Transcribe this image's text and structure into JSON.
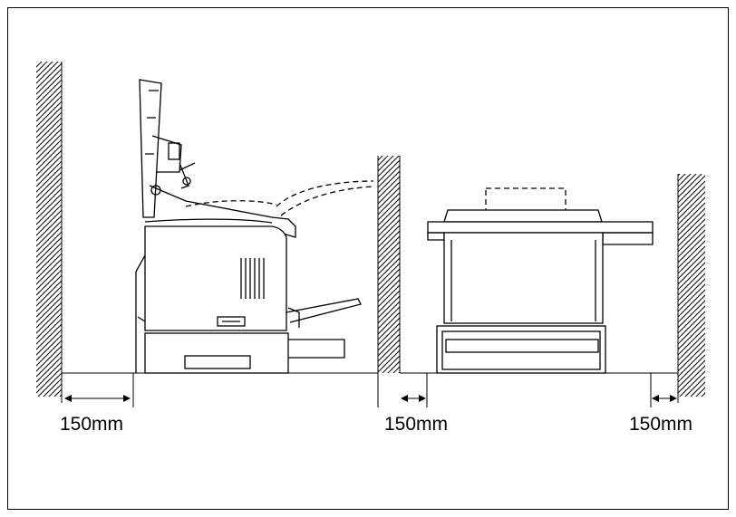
{
  "diagram": {
    "clearances": [
      {
        "id": "left",
        "label": "150mm"
      },
      {
        "id": "middle",
        "label": "150mm"
      },
      {
        "id": "right",
        "label": "150mm"
      }
    ]
  },
  "colors": {
    "line": "#000000",
    "background": "#ffffff"
  }
}
